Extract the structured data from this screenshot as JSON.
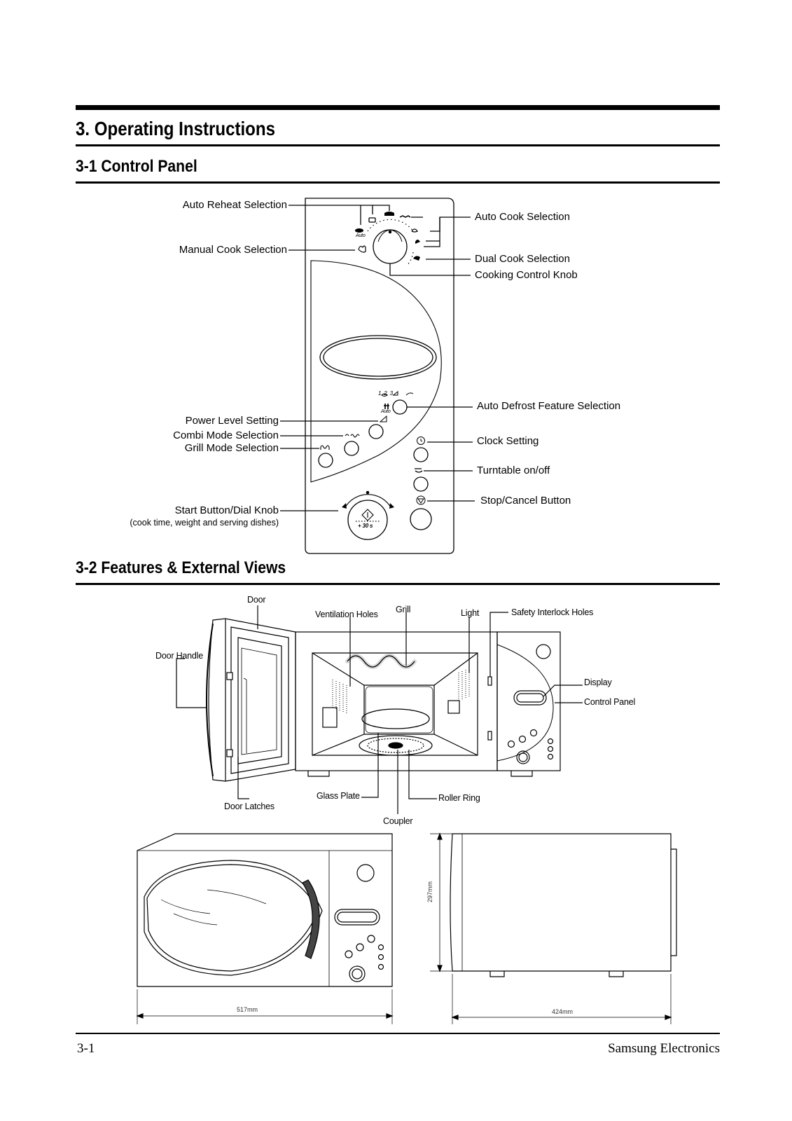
{
  "heading": "3. Operating Instructions",
  "section1": {
    "title": "3-1 Control Panel",
    "labels_left": {
      "auto_reheat": "Auto Reheat Selection",
      "manual_cook": "Manual Cook Selection",
      "power_level": "Power Level Setting",
      "combi_mode": "Combi Mode Selection",
      "grill_mode": "Grill Mode Selection",
      "start_button": "Start Button/Dial Knob",
      "start_note": "(cook time, weight and serving dishes)"
    },
    "labels_right": {
      "auto_cook": "Auto Cook Selection",
      "dual_cook": "Dual Cook Selection",
      "cooking_knob": "Cooking Control Knob",
      "auto_defrost": "Auto Defrost Feature Selection",
      "clock": "Clock Setting",
      "turntable": "Turntable on/off",
      "stop_cancel": "Stop/Cancel Button"
    },
    "panel_text": {
      "auto": "Auto",
      "auto2": "Auto",
      "plus30": "+ 30 s",
      "defrost_steps": "1.  2.  3."
    }
  },
  "section2": {
    "title": "3-2 Features & External Views",
    "labels": {
      "door": "Door",
      "ventilation_holes": "Ventilation Holes",
      "grill": "Grill",
      "light": "Light",
      "safety_interlock": "Safety Interlock Holes",
      "door_handle": "Door Handle",
      "display": "Display",
      "control_panel": "Control Panel",
      "glass_plate": "Glass Plate",
      "roller_ring": "Roller Ring",
      "door_latches": "Door Latches",
      "coupler": "Coupler"
    },
    "dimensions": {
      "width": "517mm",
      "depth": "424mm",
      "height": "297mm"
    }
  },
  "footer": {
    "page_number": "3-1",
    "company": "Samsung Electronics"
  }
}
